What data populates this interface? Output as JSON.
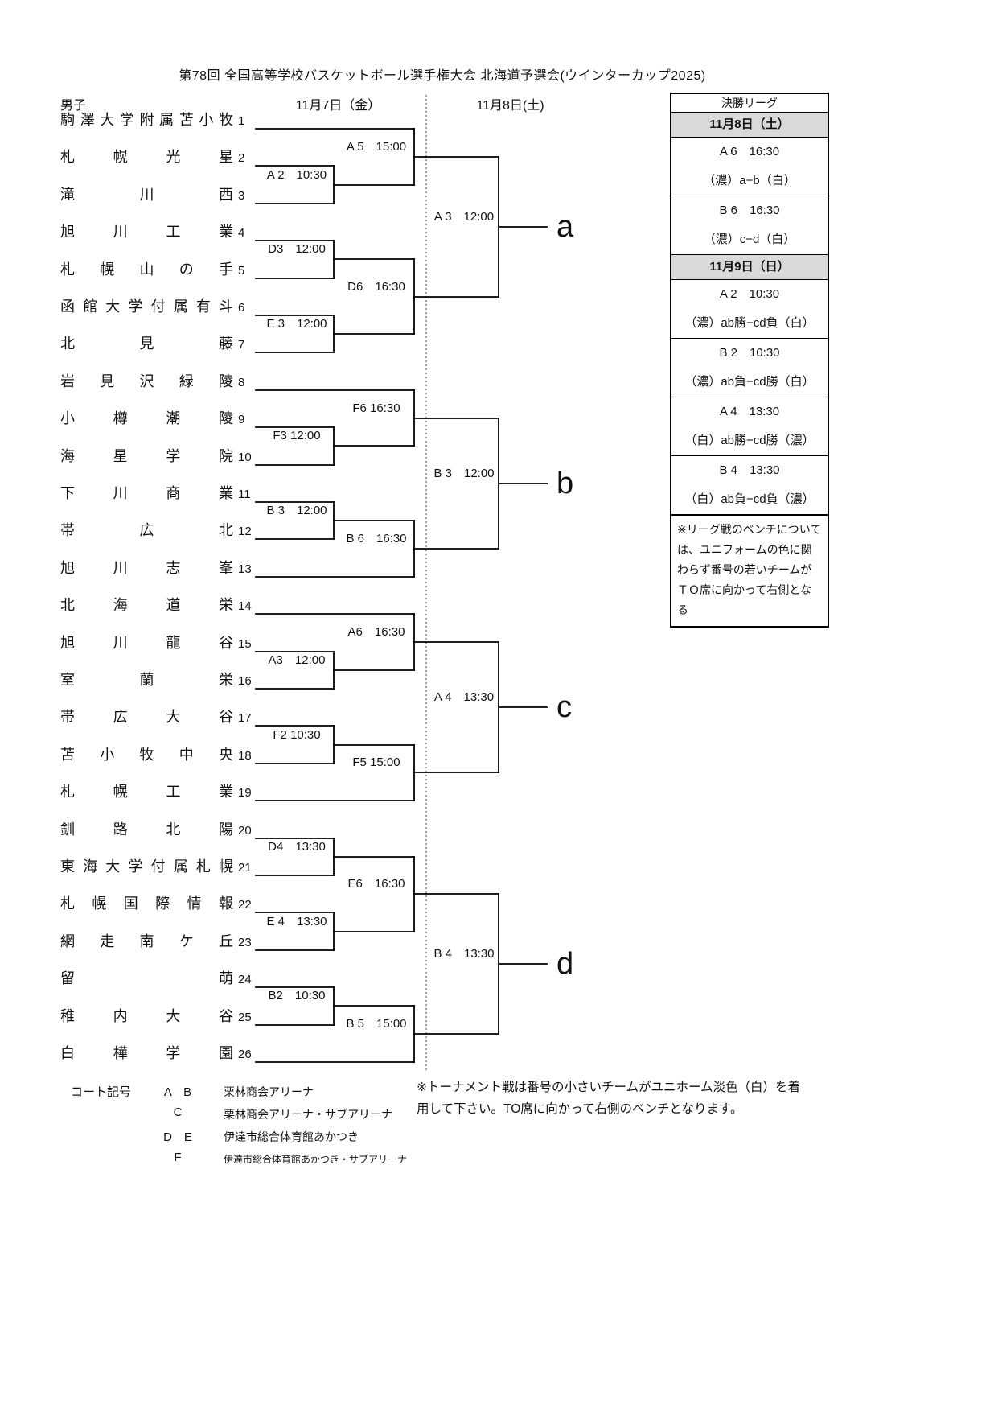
{
  "title": "第78回 全国高等学校バスケットボール選手権大会 北海道予選会(ウインターカップ2025)",
  "header": {
    "gender": "男子",
    "day1": "11月7日（金）",
    "day2": "11月8日(土)"
  },
  "colors": {
    "panel_date_bg": "#d9d9d9",
    "line": "#000000"
  },
  "teams": [
    {
      "seed": "1",
      "name": "駒澤大学附属苫小牧"
    },
    {
      "seed": "2",
      "name": "札幌光星"
    },
    {
      "seed": "3",
      "name": "滝川西"
    },
    {
      "seed": "4",
      "name": "旭川工業"
    },
    {
      "seed": "5",
      "name": "札幌山の手"
    },
    {
      "seed": "6",
      "name": "函館大学付属有斗"
    },
    {
      "seed": "7",
      "name": "北見藤"
    },
    {
      "seed": "8",
      "name": "岩見沢緑陵"
    },
    {
      "seed": "9",
      "name": "小樽潮陵"
    },
    {
      "seed": "10",
      "name": "海星学院"
    },
    {
      "seed": "11",
      "name": "下川商業"
    },
    {
      "seed": "12",
      "name": "帯広北"
    },
    {
      "seed": "13",
      "name": "旭川志峯"
    },
    {
      "seed": "14",
      "name": "北海道栄"
    },
    {
      "seed": "15",
      "name": "旭川龍谷"
    },
    {
      "seed": "16",
      "name": "室蘭栄"
    },
    {
      "seed": "17",
      "name": "帯広大谷"
    },
    {
      "seed": "18",
      "name": "苫小牧中央"
    },
    {
      "seed": "19",
      "name": "札幌工業"
    },
    {
      "seed": "20",
      "name": "釧路北陽"
    },
    {
      "seed": "21",
      "name": "東海大学付属札幌"
    },
    {
      "seed": "22",
      "name": "札幌国際情報"
    },
    {
      "seed": "23",
      "name": "網走南ケ丘"
    },
    {
      "seed": "24",
      "name": "留萌"
    },
    {
      "seed": "25",
      "name": "稚内大谷"
    },
    {
      "seed": "26",
      "name": "白樺学園"
    }
  ],
  "matches": [
    {
      "label": "A 2　10:30",
      "round": 1,
      "connects": "2-3"
    },
    {
      "label": "D3　12:00",
      "round": 1,
      "connects": "4-5"
    },
    {
      "label": "E 3　12:00",
      "round": 1,
      "connects": "6-7"
    },
    {
      "label": "F3 12:00",
      "round": 1,
      "connects": "9-10"
    },
    {
      "label": "B 3　12:00",
      "round": 1,
      "connects": "11-12"
    },
    {
      "label": "A3　12:00",
      "round": 1,
      "connects": "15-16"
    },
    {
      "label": "F2 10:30",
      "round": 1,
      "connects": "17-18"
    },
    {
      "label": "D4　13:30",
      "round": 1,
      "connects": "20-21"
    },
    {
      "label": "E 4　13:30",
      "round": 1,
      "connects": "22-23"
    },
    {
      "label": "B2　10:30",
      "round": 1,
      "connects": "24-25"
    },
    {
      "label": "A 5　15:00",
      "round": 2,
      "connects": "1-勝A2"
    },
    {
      "label": "D6　16:30",
      "round": 2,
      "connects": "勝D3-勝E3"
    },
    {
      "label": "F6 16:30",
      "round": 2,
      "connects": "8-勝F3"
    },
    {
      "label": "B 6　16:30",
      "round": 2,
      "connects": "勝B3-13"
    },
    {
      "label": "A6　16:30",
      "round": 2,
      "connects": "14-勝A3"
    },
    {
      "label": "F5 15:00",
      "round": 2,
      "connects": "勝F2-19"
    },
    {
      "label": "E6　16:30",
      "round": 2,
      "connects": "勝D4-勝E4"
    },
    {
      "label": "B 5　15:00",
      "round": 2,
      "connects": "勝B2-26"
    },
    {
      "label": "A 3　12:00",
      "round": 3,
      "connects": "勝A5-勝D6",
      "winner_group": "a"
    },
    {
      "label": "B 3　12:00",
      "round": 3,
      "connects": "勝F6-勝B6",
      "winner_group": "b"
    },
    {
      "label": "A 4　13:30",
      "round": 3,
      "connects": "勝A6-勝F5",
      "winner_group": "c"
    },
    {
      "label": "B 4　13:30",
      "round": 3,
      "connects": "勝E6-勝B5",
      "winner_group": "d"
    }
  ],
  "groups": [
    "a",
    "b",
    "c",
    "d"
  ],
  "final_league": {
    "title": "決勝リーグ",
    "day1_label": "11月8日（土）",
    "day2_label": "11月9日（日）",
    "games": [
      {
        "code_time": "A 6　16:30",
        "pairing": "（濃）a−b（白）"
      },
      {
        "code_time": "B 6　16:30",
        "pairing": "（濃）c−d（白）"
      },
      {
        "code_time": "A 2　10:30",
        "pairing": "（濃）ab勝−cd負（白）"
      },
      {
        "code_time": "B 2　10:30",
        "pairing": "（濃）ab負−cd勝（白）"
      },
      {
        "code_time": "A 4　13:30",
        "pairing": "（白）ab勝−cd勝（濃）"
      },
      {
        "code_time": "B 4　13:30",
        "pairing": "（白）ab負−cd負（濃）"
      }
    ],
    "note": "※リーグ戦のベンチについては、ユニフォームの色に関わらず番号の若いチームがＴＯ席に向かって右側となる"
  },
  "legend": {
    "title": "コート記号",
    "rows": [
      {
        "codes": "A　B",
        "venue": "栗林商会アリーナ"
      },
      {
        "codes": "C",
        "venue": "栗林商会アリーナ・サブアリーナ"
      },
      {
        "codes": "D　E",
        "venue": "伊達市総合体育館あかつき"
      },
      {
        "codes": "F",
        "venue": "伊達市総合体育館あかつき・サブアリーナ"
      }
    ],
    "note": "※トーナメント戦は番号の小さいチームがユニホーム淡色（白）を着用して下さい。TO席に向かって右側のベンチとなります。"
  }
}
